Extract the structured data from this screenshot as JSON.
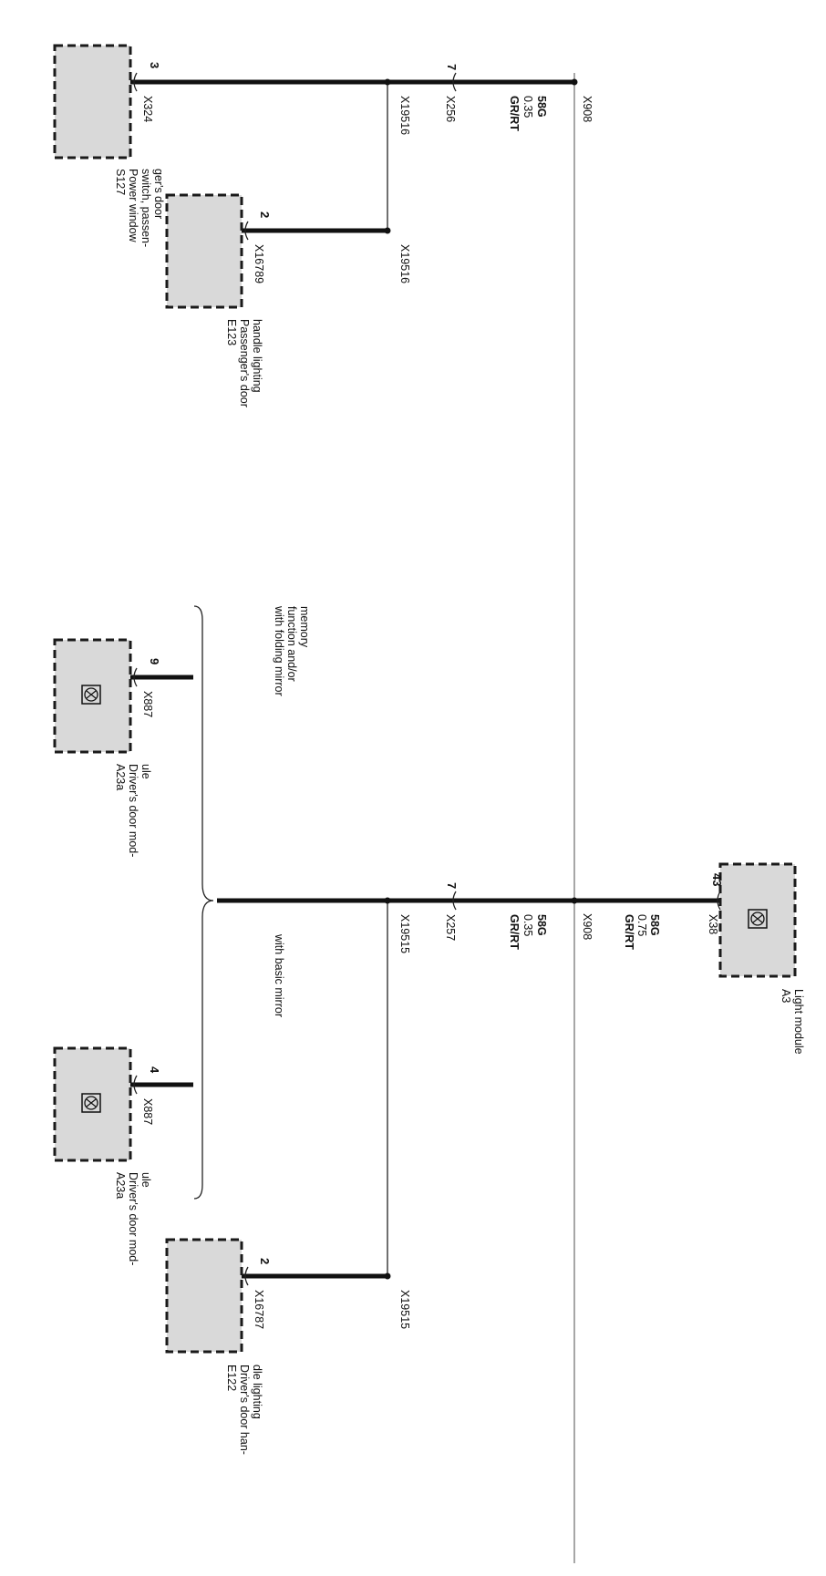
{
  "bus": {
    "label_top": "X908",
    "label_mid": "X908"
  },
  "components": {
    "s127": {
      "ref": "S127",
      "desc_lines": [
        "Power window",
        "switch, passen-",
        "ger's door"
      ],
      "connector": "X324",
      "pin": "3"
    },
    "e123": {
      "ref": "E123",
      "desc_lines": [
        "Passenger's door",
        "handle lighting"
      ],
      "connector": "X16789",
      "pin": "2"
    },
    "a23a_top": {
      "ref": "A23a",
      "desc_lines": [
        "Driver's door mod-",
        "ule"
      ],
      "connector": "X887",
      "pin": "9"
    },
    "a23a_bottom": {
      "ref": "A23a",
      "desc_lines": [
        "Driver's door mod-",
        "ule"
      ],
      "connector": "X887",
      "pin": "4"
    },
    "e122": {
      "ref": "E122",
      "desc_lines": [
        "Driver's door han-",
        "dle lighting"
      ],
      "connector": "X16787",
      "pin": "2"
    },
    "a3": {
      "ref": "A3",
      "desc_lines": [
        "Light module"
      ],
      "connector": "X38",
      "pin": "43"
    }
  },
  "wires": {
    "passenger_run": {
      "connector": "X256",
      "pin": "7",
      "signal": "58G",
      "gauge": "0.35",
      "color": "GR/RT"
    },
    "driver_run": {
      "connector": "X257",
      "pin": "7",
      "signal": "58G",
      "gauge": "0.35",
      "color": "GR/RT"
    },
    "light_module_run": {
      "signal": "58G",
      "gauge": "0.75",
      "color": "GR/RT"
    }
  },
  "splices": {
    "top_a": "X19516",
    "top_b": "X19516",
    "bottom_a": "X19515",
    "bottom_b": "X19515"
  },
  "variants": {
    "folding": [
      "with folding mirror",
      "function and/or",
      "memory"
    ],
    "basic": [
      "with basic mirror"
    ]
  },
  "colors": {
    "box_fill": "#d9d9d9",
    "wire": "#111111",
    "bus": "#8a8a8a"
  }
}
